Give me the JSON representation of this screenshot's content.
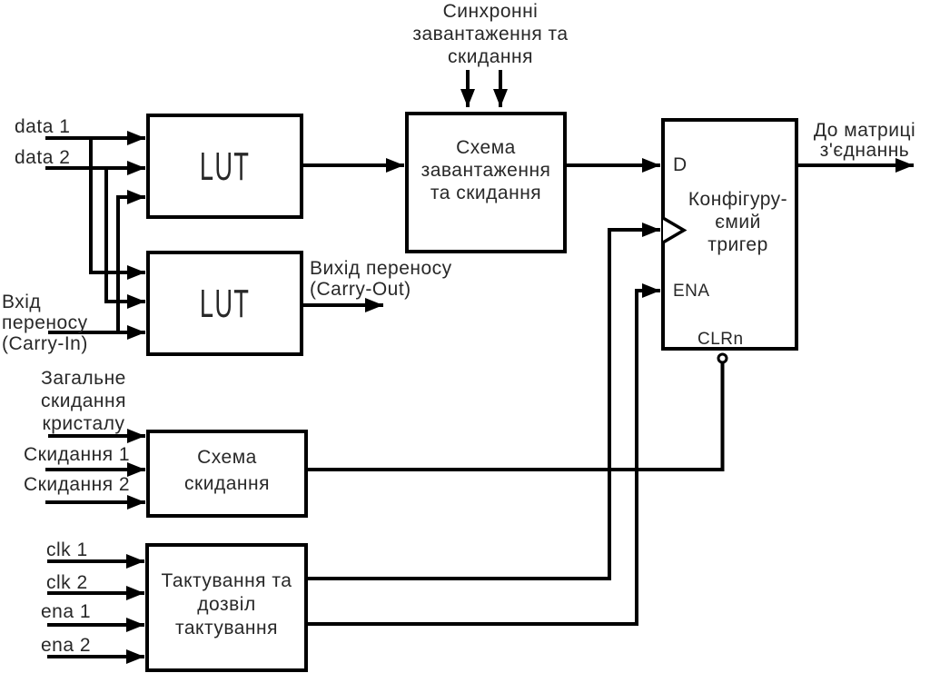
{
  "labels": {
    "sync": "Синхронні\nзавантаження та\nскидання",
    "data1": "data 1",
    "data2": "data 2",
    "carry_in": "Вхід\nпереносу\n(Carry-In)",
    "carry_out": "Вихід переносу\n(Carry-Out)",
    "global_reset": "Загальне\nскидання\nкристалу",
    "reset1": "Скидання 1",
    "reset2": "Скидання 2",
    "clk1": "clk 1",
    "clk2": "clk 2",
    "ena1": "ena 1",
    "ena2": "ena 2",
    "to_matrix": "До матриці\nз'єднаннь",
    "pin_d": "D",
    "pin_ena": "ENA",
    "pin_clrn": "CLRn"
  },
  "boxes": {
    "lut1": "LUT",
    "lut2": "LUT",
    "load_clear": "Схема\nзавантаження\nта скидання",
    "reset": "Схема\nскидання",
    "clocking": "Тактування та\nдозвіл\nтактування",
    "flipflop": "Конфігуру-\nємий\nтригер"
  },
  "colors": {
    "line": "#000000",
    "text": "#282828",
    "background": "#ffffff"
  }
}
